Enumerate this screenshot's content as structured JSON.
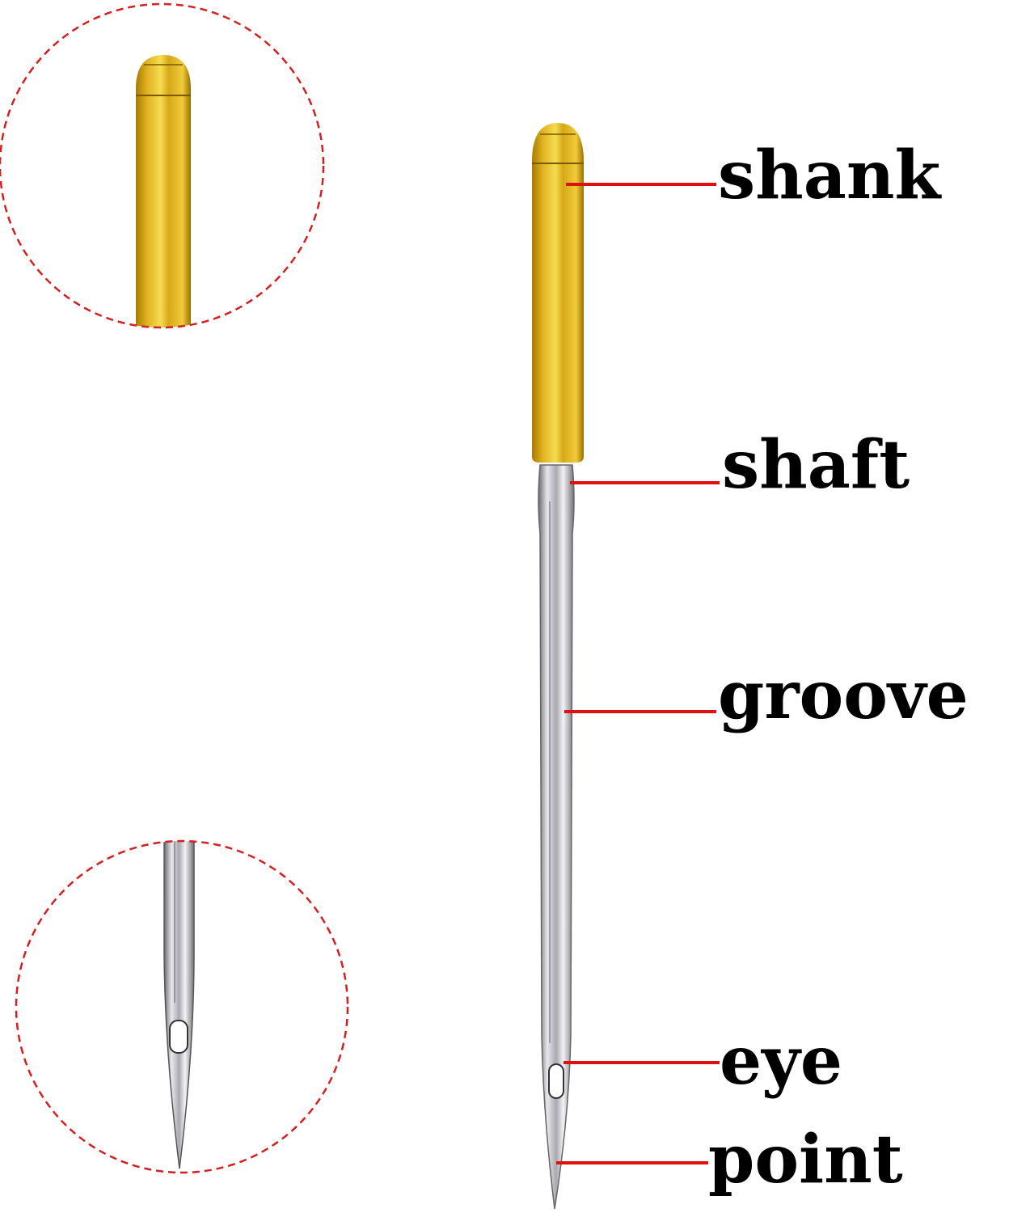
{
  "labels": {
    "shank": "shank",
    "shaft": "shaft",
    "groove": "groove",
    "eye": "eye",
    "point": "point"
  },
  "colors": {
    "leader_line": "#e01010",
    "dashed_circle": "#d42020",
    "shank_gold": "#e6b820",
    "steel": "#c8c8cc"
  }
}
